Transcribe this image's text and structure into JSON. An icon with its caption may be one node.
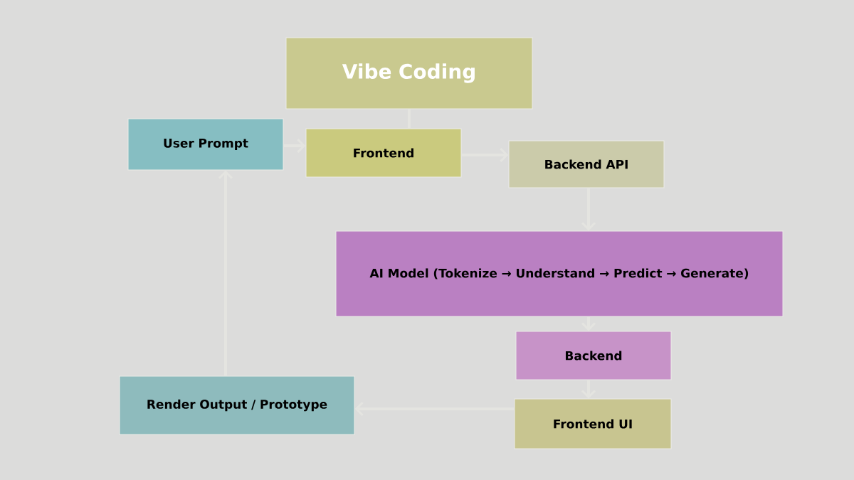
{
  "diagram": {
    "nodes": [
      {
        "text": [
          "Vibe Coding"
        ]
      },
      {
        "text": [
          "User Prompt"
        ]
      },
      {
        "text": [
          "Frontend"
        ]
      },
      {
        "text": [
          "Backend API"
        ]
      },
      {
        "text": [
          "AI Model (Tokenize → Understand → Predict → Generate)"
        ]
      },
      {
        "text": [
          "Backend"
        ]
      },
      {
        "text": [
          "Frontend UI"
        ]
      },
      {
        "text": [
          "Render Output / Prototype"
        ]
      }
    ],
    "edges": [
      {
        "from": 0,
        "to": 2,
        "arrow": "none"
      },
      {
        "from": 1,
        "to": 2,
        "arrow": "to"
      },
      {
        "from": 2,
        "to": 3,
        "arrow": "to"
      },
      {
        "from": 3,
        "to": 4,
        "arrow": "to"
      },
      {
        "from": 4,
        "to": 5,
        "arrow": "to"
      },
      {
        "from": 5,
        "to": 6,
        "arrow": "to"
      },
      {
        "from": 6,
        "to": 7,
        "arrow": "to"
      },
      {
        "from": 7,
        "to": 1,
        "arrow": "to"
      }
    ]
  }
}
